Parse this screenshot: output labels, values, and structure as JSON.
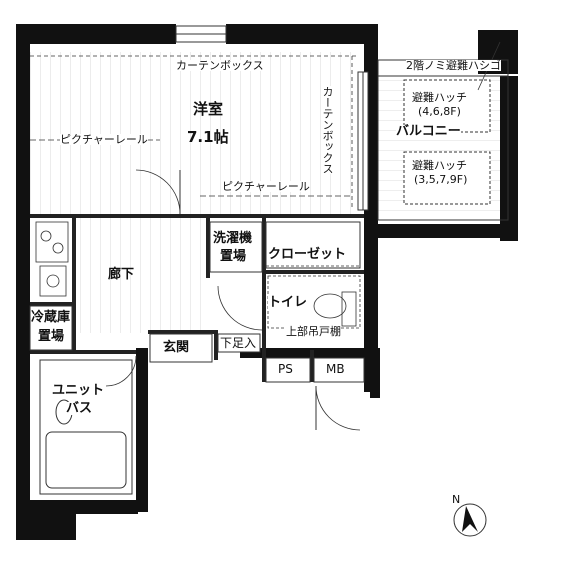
{
  "rooms": {
    "western_room": "洋室",
    "western_size": "7.1帖",
    "corridor": "廊下",
    "entrance": "玄関",
    "shoe_rack": "下足入",
    "toilet": "トイレ",
    "upper_shelf": "上部吊戸棚",
    "closet": "クローゼット",
    "washer_line1": "洗濯機",
    "washer_line2": "置場",
    "fridge_line1": "冷蔵庫",
    "fridge_line2": "置場",
    "bath_line1": "ユニット",
    "bath_line2": "バス",
    "balcony": "バルコニー",
    "ps": "PS",
    "mb": "MB"
  },
  "annotations": {
    "curtain_box_top": "カーテンボックス",
    "curtain_box_side": "カーテンボックス",
    "picture_rail_left": "ピクチャーレール",
    "picture_rail_bottom": "ピクチャーレール",
    "evac_ladder_note": "2階ノミ避難ハシゴ",
    "evac_hatch_1_title": "避難ハッチ",
    "evac_hatch_1_floors": "(4,6,8F)",
    "evac_hatch_2_title": "避難ハッチ",
    "evac_hatch_2_floors": "(3,5,7,9F)",
    "north": "N"
  },
  "colors": {
    "wall": "#111111",
    "line": "#333333",
    "floor_hatch": "#c8c8c8"
  }
}
